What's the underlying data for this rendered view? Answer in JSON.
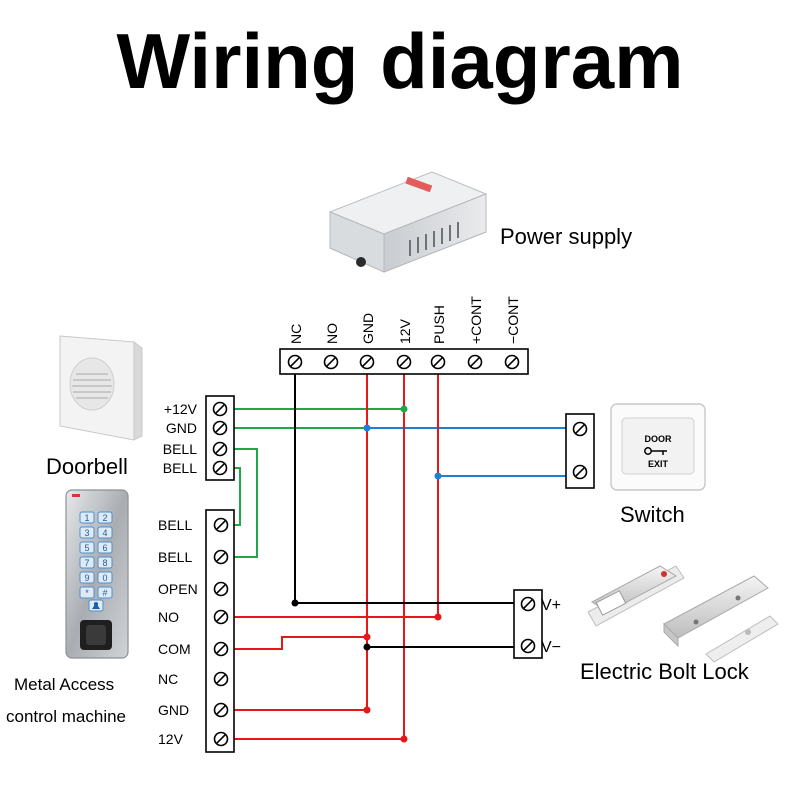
{
  "title": "Wiring diagram",
  "power_supply": {
    "label": "Power supply",
    "terminals": [
      "NC",
      "NO",
      "GND",
      "12V",
      "PUSH",
      "+CONT",
      "−CONT"
    ]
  },
  "doorbell": {
    "label": "Doorbell",
    "terminals": [
      "+12V",
      "GND",
      "BELL",
      "BELL"
    ]
  },
  "controller": {
    "label_line1": "Metal Access",
    "label_line2": "control machine",
    "terminals": [
      "BELL",
      "BELL",
      "OPEN",
      "NO",
      "COM",
      "NC",
      "GND",
      "12V"
    ],
    "keys": [
      "1",
      "2",
      "3",
      "4",
      "5",
      "6",
      "7",
      "8",
      "9",
      "0",
      "*",
      "#"
    ]
  },
  "switch": {
    "label": "Switch",
    "plate_text_1": "DOOR",
    "plate_text_2": "EXIT"
  },
  "lock": {
    "label": "Electric Bolt Lock",
    "terminals": [
      "V+",
      "V−"
    ]
  },
  "colors": {
    "red": "#e8161b",
    "green": "#1fa84b",
    "blue": "#1e7fd6",
    "black": "#000000"
  }
}
